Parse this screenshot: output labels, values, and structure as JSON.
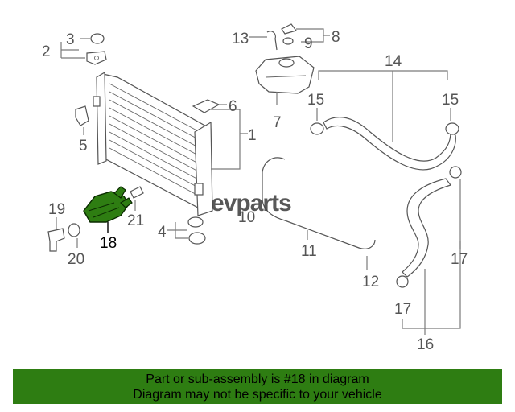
{
  "diagram": {
    "highlight_color": "#2e7d12",
    "highlighted_part": "18",
    "callouts": [
      "1",
      "2",
      "3",
      "4",
      "5",
      "6",
      "7",
      "8",
      "9",
      "10",
      "11",
      "12",
      "13",
      "14",
      "15",
      "15",
      "16",
      "17",
      "17",
      "18",
      "19",
      "20",
      "21"
    ]
  },
  "watermark": {
    "text": "evparts"
  },
  "banner": {
    "background": "#2e7d12",
    "line1": "Part or sub-assembly is #18 in diagram",
    "line2": "Diagram may not be specific to your vehicle"
  }
}
